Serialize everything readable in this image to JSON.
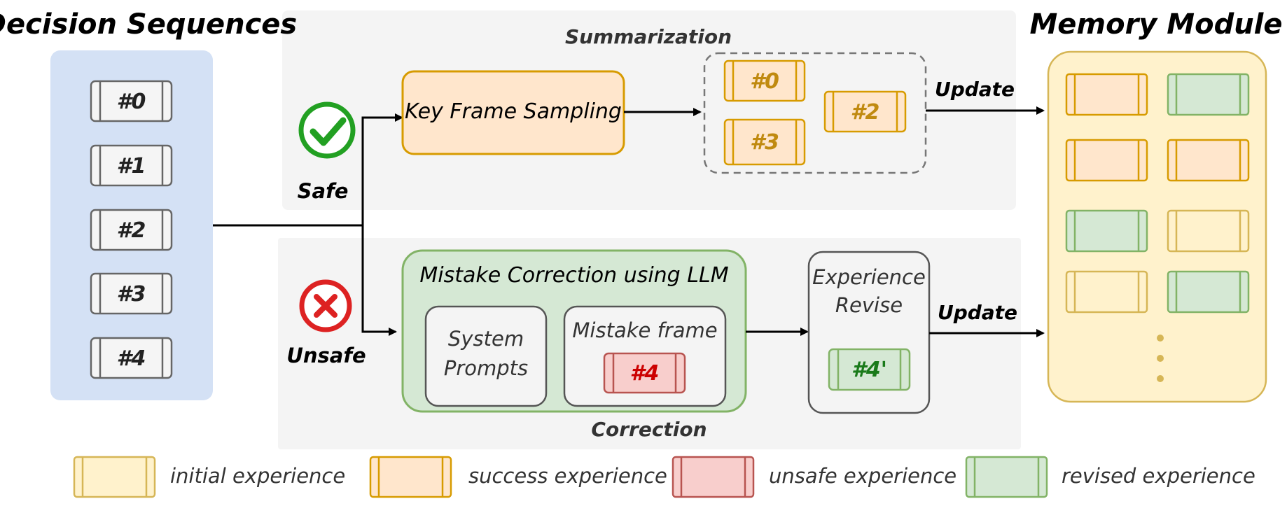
{
  "titles": {
    "decision_sequences": "Decision Sequences",
    "memory_module": "Memory Module"
  },
  "labels": {
    "summarization": "Summarization",
    "correction": "Correction",
    "safe": "Safe",
    "unsafe": "Unsafe",
    "update_top": "Update",
    "update_bottom": "Update"
  },
  "decision_frames": [
    "#0",
    "#1",
    "#2",
    "#3",
    "#4"
  ],
  "key_frame_sampling": "Key Frame Sampling",
  "sampled_frames": [
    "#0",
    "#3",
    "#2"
  ],
  "mistake_correction": {
    "title": "Mistake Correction using LLM",
    "system_prompts_line1": "System",
    "system_prompts_line2": "Prompts",
    "mistake_frame_title": "Mistake frame",
    "mistake_frame_chip": "#4"
  },
  "experience_revise": {
    "line1": "Experience",
    "line2": "Revise",
    "chip": "#4'"
  },
  "memory_dots": "⋮",
  "legend": {
    "initial": "initial experience",
    "success": "success experience",
    "unsafe": "unsafe experience",
    "revised": "revised experience"
  },
  "colors": {
    "initial_fill": "#fff2cc",
    "initial_stroke": "#d6b656",
    "success_fill": "#ffe6cc",
    "success_stroke": "#d79b00",
    "unsafe_fill": "#f8cecc",
    "unsafe_stroke": "#b85450",
    "revised_fill": "#d5e8d4",
    "revised_stroke": "#82b366",
    "decision_panel": "#d4e1f5",
    "safe_green": "#22a022",
    "unsafe_red": "#dd2222"
  }
}
